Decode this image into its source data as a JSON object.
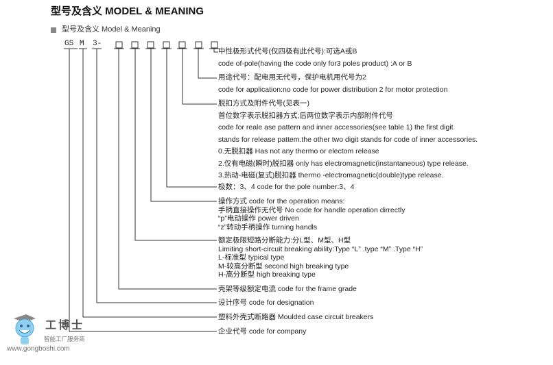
{
  "title": "型号及含义 MODEL & MEANING",
  "subtitle": "型号及含义 Model & Meaning",
  "codes": {
    "company": "GS",
    "type": "M",
    "design": "3-"
  },
  "items": [
    {
      "lines": [
        "中性极形式代号(仅四极有此代号):可选A或B",
        "code of-pole(having the code only for3 poles product) :A or B"
      ]
    },
    {
      "lines": [
        "用途代号：配电用无代号，保护电机用代号为2",
        "code for application:no code for power distribution 2 for motor protection"
      ]
    },
    {
      "lines": [
        "脱扣方式及附件代号(见表一)",
        "首位数字表示脱扣器方式;后两位数字表示内部附件代号",
        "code for reale ase pattern and inner accessories(see table 1) the first digit",
        "stands for release pattem.the other two digit stands for code of inner accessories.",
        "0.无脱扣器  Has not any thermo or electom release",
        "2.仅有电磁(瞬时)脱扣器  only has electromagnetic(instantaneous) type release.",
        "3.热动-电磁(复式)脱扣器  thermo -electromagnetic(double)type release."
      ]
    },
    {
      "lines": [
        "极数：3、4  code for the pole number:3、4"
      ]
    },
    {
      "lines": [
        "操作方式  code for the operation means:",
        "手柄直接操作无代号  No code for handle operation dirrectly",
        "“p”电动操作 power driven",
        "“z”转动手柄操作 turning handls"
      ]
    },
    {
      "lines": [
        "额定极限短路分断能力:分L型、M型、H型",
        " Limiting short-circuit breaking ability:Type “L” .type “M” .Type “H”",
        " L-标准型  typical type",
        "M-较高分断型  second high breaking type",
        "H-高分断型  high breaking type"
      ]
    },
    {
      "lines": [
        "壳架等级额定电流  code for the frame grade"
      ]
    },
    {
      "lines": [
        "设计序号 code for designation"
      ]
    },
    {
      "lines": [
        "塑料外壳式断路器 Moulded case circuit breakers"
      ]
    },
    {
      "lines": [
        "企业代号 code for company"
      ]
    }
  ],
  "logo": {
    "name": "工博士",
    "tagline": "智能工厂服务商",
    "url": "www.gongboshi.com"
  }
}
